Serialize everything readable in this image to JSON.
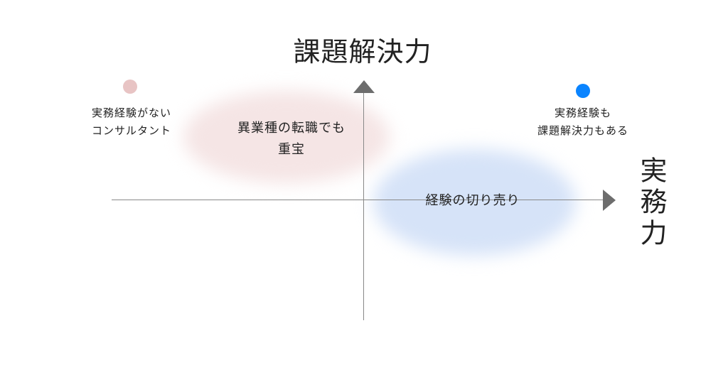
{
  "axes": {
    "y_label": "課題解決力",
    "x_label": "実務力"
  },
  "points": [
    {
      "label_lines": [
        "実務経験がない",
        "コンサルタント"
      ],
      "color": "#e8c4c4"
    },
    {
      "label_lines": [
        "実務経験も",
        "課題解決力もある"
      ],
      "color": "#0a84ff"
    }
  ],
  "regions": [
    {
      "label_lines": [
        "異業種の転職でも",
        "重宝"
      ],
      "color": "#f5e5e5"
    },
    {
      "label_lines": [
        "経験の切り売り"
      ],
      "color": "#d6e3f8"
    }
  ]
}
